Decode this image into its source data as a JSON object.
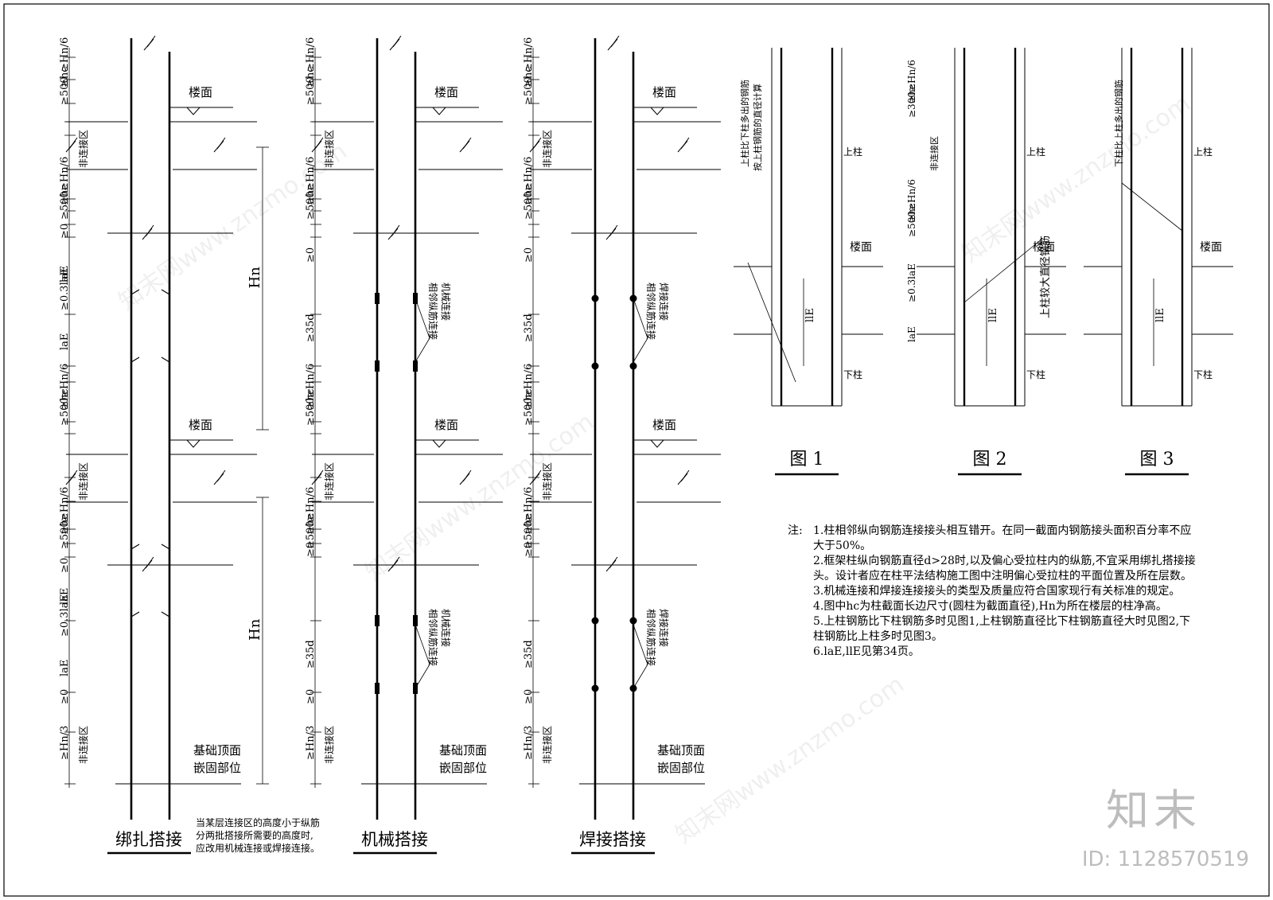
{
  "labels": {
    "floor": "楼面",
    "non_splice_zone": "非连接区",
    "hn": "Hn",
    "hn6": "≥Hn/6",
    "hc": "≥hc",
    "d500": "≥500",
    "d300": "≥300",
    "ge0": "≥0",
    "lae": "laE",
    "pt3lae": "≥0.3laE",
    "d35": "≥35d",
    "hn3": "≥Hn/3",
    "foundation_top": "基础顶面",
    "anchor_part": "嵌固部位",
    "mech_note_1": "相邻纵筋连接",
    "mech_note_2": "机械连接",
    "weld_note_1": "相邻纵筋连接",
    "weld_note_2": "焊接连接",
    "upper_col": "上柱",
    "lower_col": "下柱",
    "lle": "llE",
    "fig1_note_1": "上柱比下柱多出的钢筋",
    "fig1_note_2": "按上柱钢筋的直径计算",
    "fig2_note": "上柱较大直径钢筋",
    "fig3_note": "下柱比上柱多出的钢筋"
  },
  "columns": [
    {
      "title": "绑扎搭接"
    },
    {
      "title": "机械搭接"
    },
    {
      "title": "焊接搭接"
    }
  ],
  "footnote": {
    "line1": "当某层连接区的高度小于纵筋",
    "line2": "分两批搭接所需要的高度时,",
    "line3": "应改用机械连接或焊接连接。"
  },
  "figures": [
    {
      "title": "图 1"
    },
    {
      "title": "图 2"
    },
    {
      "title": "图 3"
    }
  ],
  "notes": {
    "label": "注:",
    "items": [
      "1.柱相邻纵向钢筋连接接头相互错开。在同一截面内钢筋接头面积百分率不应大于50%。",
      "2.框架柱纵向钢筋直径d>28时,以及偏心受拉柱内的纵筋,不宜采用绑扎搭接接头。设计者应在柱平法结构施工图中注明偏心受拉柱的平面位置及所在层数。",
      "3.机械连接和焊接连接接头的类型及质量应符合国家现行有关标准的规定。",
      "4.图中hc为柱截面长边尺寸(圆柱为截面直径),Hn为所在楼层的柱净高。",
      "5.上柱钢筋比下柱钢筋多时见图1,上柱钢筋直径比下柱钢筋直径大时见图2,下柱钢筋比上柱多时见图3。",
      "6.laE,llE见第34页。"
    ]
  },
  "brand": {
    "logo": "知末",
    "id": "ID: 1128570519",
    "watermark": "知末网www.znzmo.com"
  }
}
